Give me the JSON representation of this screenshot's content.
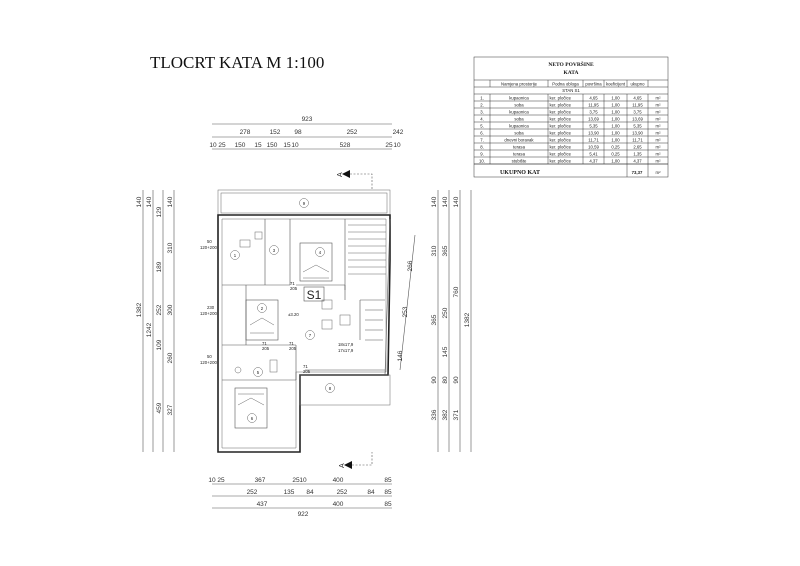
{
  "title": "TLOCRT KATA M 1:100",
  "table": {
    "title1": "NETO POVRŠINE",
    "title2": "KATA",
    "headers": [
      "Namjena prostorije",
      "Podna obloga",
      "površina",
      "koeficijent",
      "ukupno"
    ],
    "group": "STAN S1",
    "rows": [
      [
        "1.",
        "kupaonica",
        "ker. pločice",
        "4,65",
        "1,00",
        "4,65",
        "m²"
      ],
      [
        "2.",
        "soba",
        "ker. pločice",
        "11,95",
        "1,00",
        "11,95",
        "m²"
      ],
      [
        "3.",
        "kupaonica",
        "ker. pločice",
        "3,75",
        "1,00",
        "3,75",
        "m²"
      ],
      [
        "4.",
        "soba",
        "ker. pločice",
        "13,69",
        "1,00",
        "13,69",
        "m²"
      ],
      [
        "5.",
        "kupaonica",
        "ker. pločice",
        "5,35",
        "1,00",
        "5,35",
        "m²"
      ],
      [
        "6.",
        "soba",
        "ker. pločice",
        "13,90",
        "1,00",
        "13,90",
        "m²"
      ],
      [
        "7.",
        "dnevni boravak",
        "ker. pločice",
        "11,71",
        "1,00",
        "11,71",
        "m²"
      ],
      [
        "8.",
        "terasa",
        "ker. pločice",
        "10,59",
        "0,25",
        "2,65",
        "m²"
      ],
      [
        "9.",
        "terasa",
        "ker. pločice",
        "5,41",
        "0,25",
        "1,35",
        "m²"
      ],
      [
        "10.",
        "stubište",
        "ker. pločice",
        "4,37",
        "1,00",
        "4,37",
        "m²"
      ]
    ],
    "total_label": "UKUPNO KAT",
    "total_value": "73,37",
    "total_unit": "m²"
  },
  "plan": {
    "unit_label": "S1",
    "level": "±3.20",
    "stair1": "18x17,9",
    "stair2": "17x17,9",
    "section": "A",
    "windows": [
      "50",
      "120+200",
      "230",
      "120+200",
      "50",
      "120+200"
    ],
    "doors": [
      "71",
      "205",
      "71",
      "205",
      "71",
      "205",
      "71",
      "205"
    ],
    "rooms": [
      "1",
      "2",
      "3",
      "4",
      "5",
      "6",
      "7",
      "8",
      "9"
    ]
  },
  "dims": {
    "top": [
      "923",
      "278",
      "152",
      "98",
      "252",
      "242",
      "10",
      "25",
      "150",
      "15",
      "150",
      "15",
      "10",
      "528",
      "25",
      "10"
    ],
    "bottom": [
      "10",
      "25",
      "367",
      "25",
      "10",
      "400",
      "85",
      "252",
      "135",
      "84",
      "252",
      "84",
      "85",
      "437",
      "400",
      "85",
      "922"
    ],
    "left": [
      "140",
      "1382",
      "140",
      "1242",
      "129",
      "189",
      "252",
      "109",
      "459",
      "140",
      "310",
      "300",
      "260",
      "327"
    ],
    "right": [
      "266",
      "253",
      "146",
      "140",
      "310",
      "365",
      "90",
      "336",
      "140",
      "365",
      "250",
      "145",
      "80",
      "382",
      "140",
      "760",
      "90",
      "371",
      "1382"
    ]
  }
}
